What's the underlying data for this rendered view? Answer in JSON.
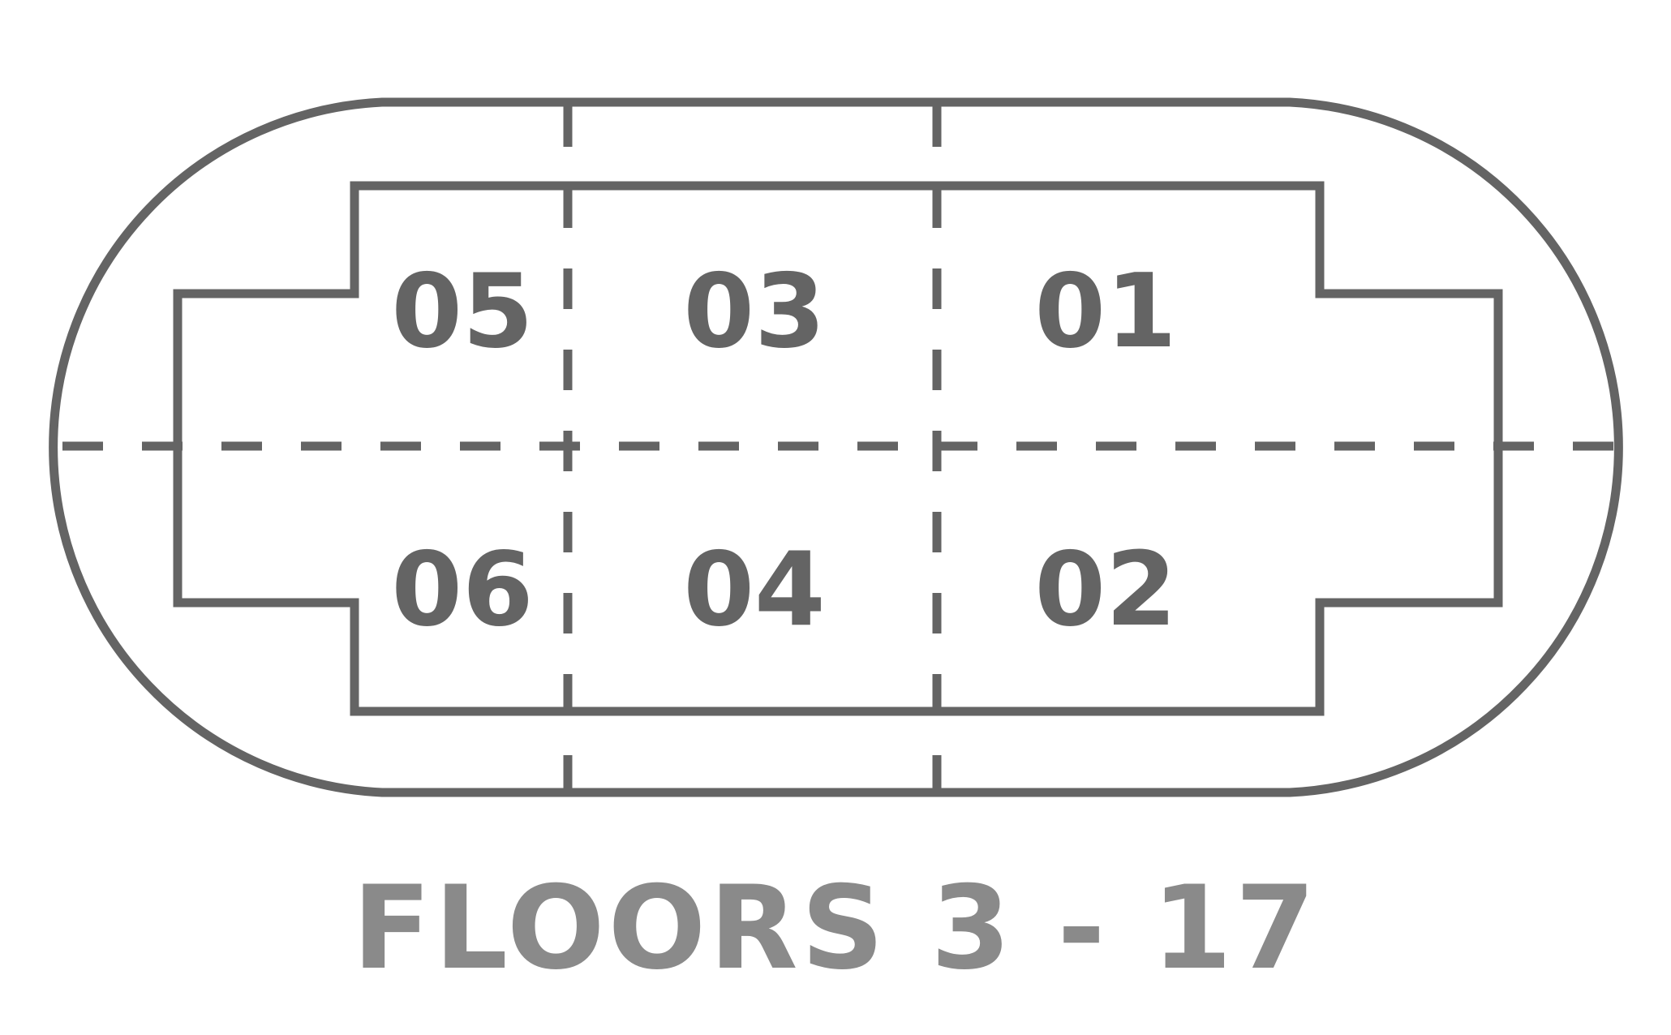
{
  "plan": {
    "units": {
      "u05": "05",
      "u03": "03",
      "u01": "01",
      "u06": "06",
      "u04": "04",
      "u02": "02"
    },
    "floors_caption": "FLOORS 3 - 17"
  },
  "colors": {
    "line": "#646464",
    "caption": "#8a8a8a",
    "background": "#ffffff"
  }
}
